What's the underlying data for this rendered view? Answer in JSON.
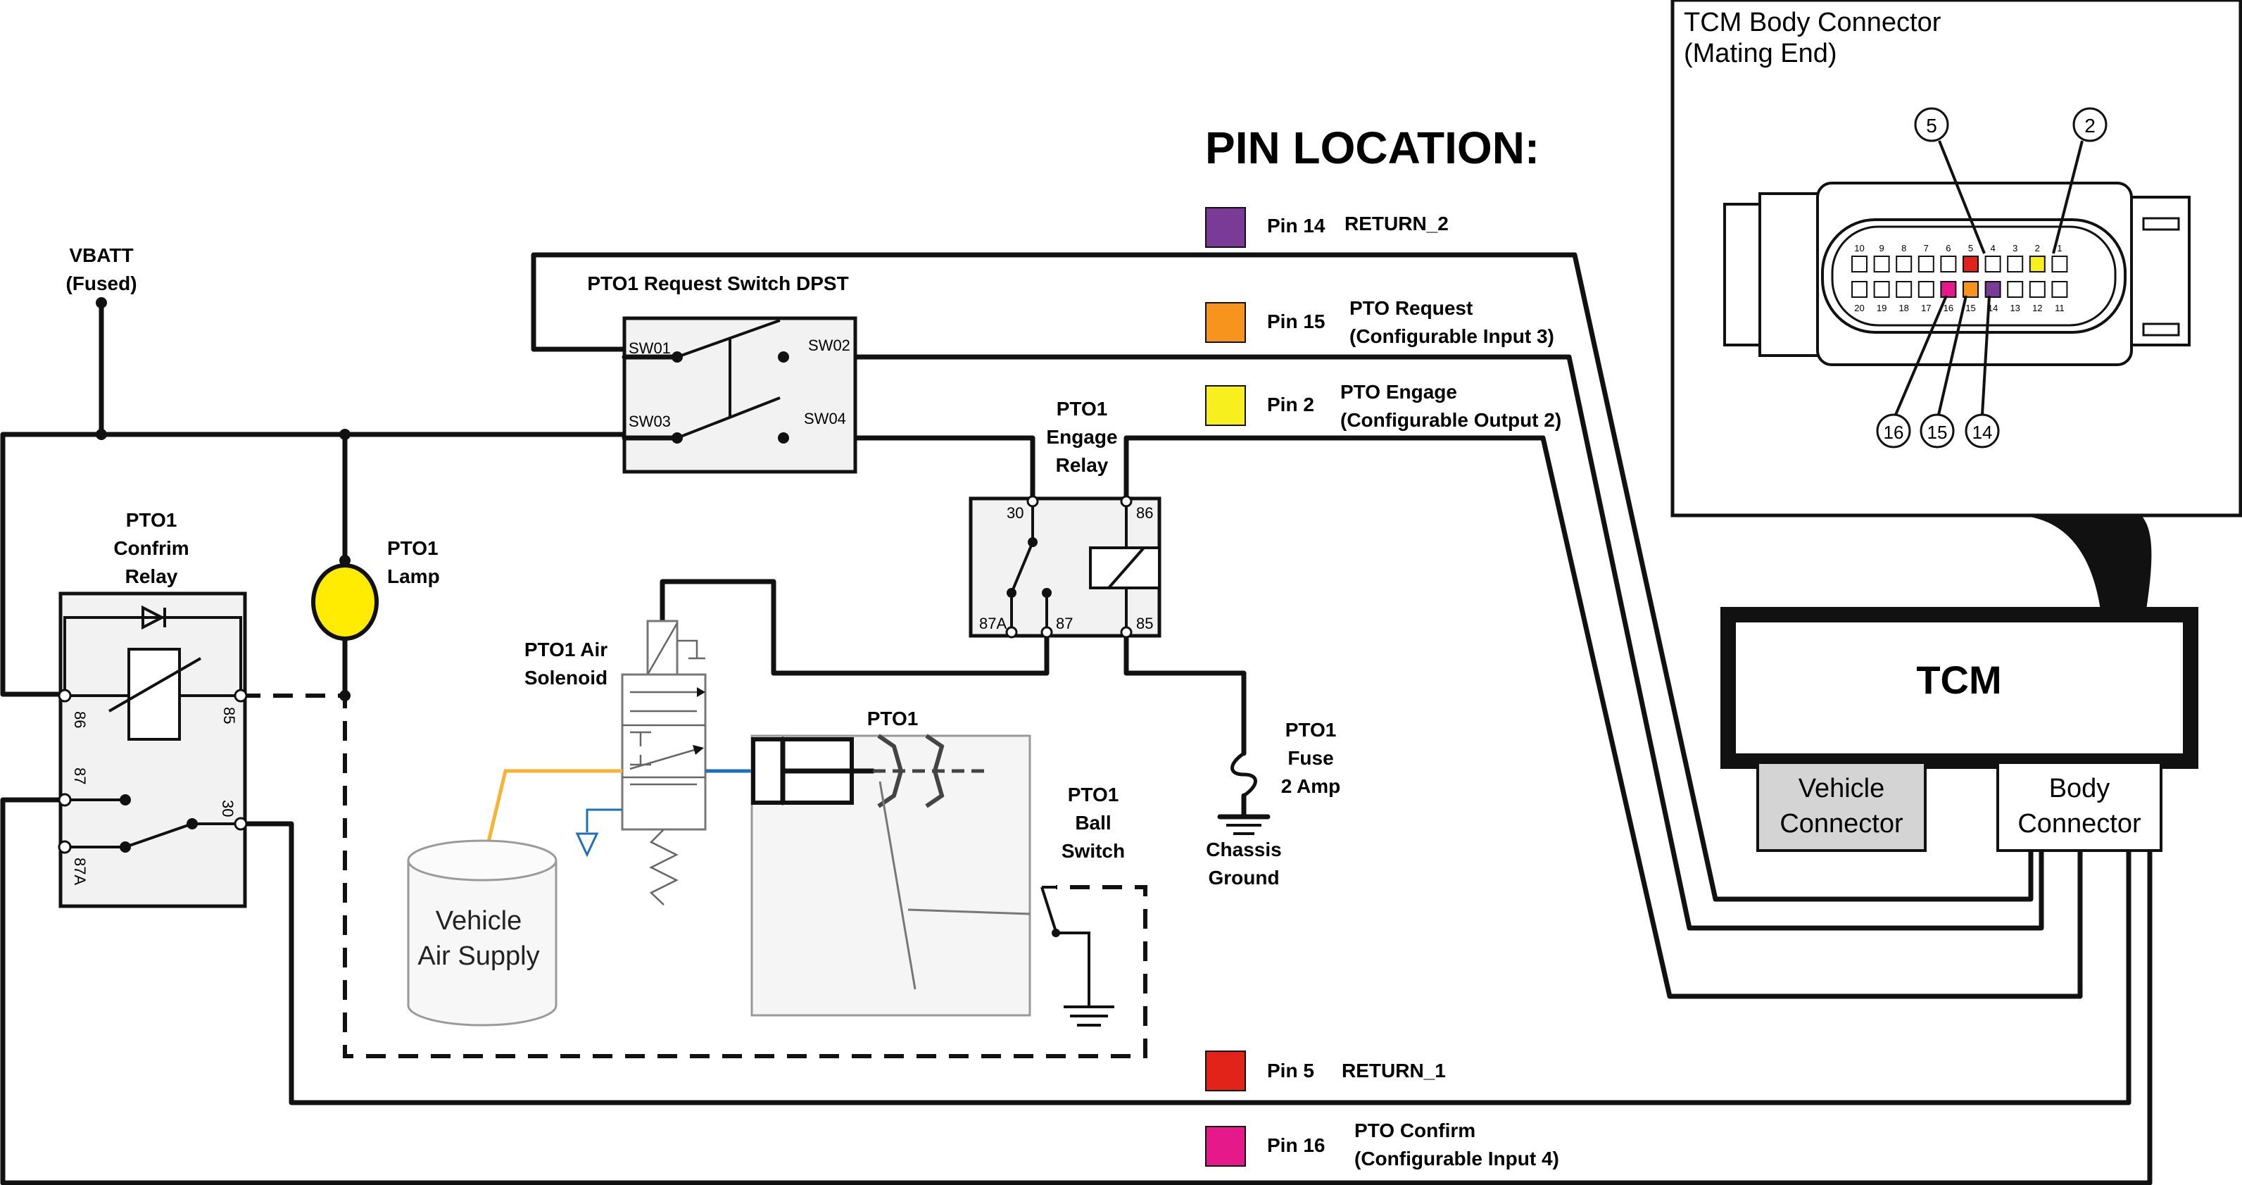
{
  "labels": {
    "vbatt": "VBATT",
    "vbatt_sub": "(Fused)",
    "request_switch": "PTO1 Request Switch DPST",
    "sw01": "SW01",
    "sw02": "SW02",
    "sw03": "SW03",
    "sw04": "SW04",
    "engage_relay_1": "PTO1",
    "engage_relay_2": "Engage",
    "engage_relay_3": "Relay",
    "er_30": "30",
    "er_86": "86",
    "er_87a": "87A",
    "er_87": "87",
    "er_85": "85",
    "confirm_relay_1": "PTO1",
    "confirm_relay_2": "Confrim",
    "confirm_relay_3": "Relay",
    "cr_86": "86",
    "cr_85": "85",
    "cr_87": "87",
    "cr_30": "30",
    "cr_87a": "87A",
    "lamp_1": "PTO1",
    "lamp_2": "Lamp",
    "air_solenoid_1": "PTO1 Air",
    "air_solenoid_2": "Solenoid",
    "pto_unit": "PTO1",
    "ball_switch_1": "PTO1",
    "ball_switch_2": "Ball",
    "ball_switch_3": "Switch",
    "fuse_1": "PTO1",
    "fuse_2": "Fuse",
    "fuse_3": "2 Amp",
    "chassis_1": "Chassis",
    "chassis_2": "Ground",
    "air_supply_1": "Vehicle",
    "air_supply_2": "Air Supply",
    "tcm": "TCM",
    "vehicle_connector_1": "Vehicle",
    "vehicle_connector_2": "Connector",
    "body_connector_1": "Body",
    "body_connector_2": "Connector",
    "tcm_connector_title_1": "TCM Body Connector",
    "tcm_connector_title_2": "(Mating End)"
  },
  "pin_location": {
    "title": "PIN LOCATION:",
    "pins": [
      {
        "pin": "Pin 14",
        "desc": "RETURN_2",
        "desc2": "",
        "color": "#7a3b96"
      },
      {
        "pin": "Pin 15",
        "desc": "PTO Request",
        "desc2": "(Configurable Input 3)",
        "color": "#f7941d"
      },
      {
        "pin": "Pin 2",
        "desc": "PTO Engage",
        "desc2": "(Configurable Output 2)",
        "color": "#f8ef1f"
      },
      {
        "pin": "Pin 5",
        "desc": "RETURN_1",
        "desc2": "",
        "color": "#e2231a"
      },
      {
        "pin": "Pin 16",
        "desc": "PTO Confirm",
        "desc2": "(Configurable Input 4)",
        "color": "#e6198a"
      }
    ]
  },
  "connector_pins": {
    "top_row": [
      "10",
      "9",
      "8",
      "7",
      "6",
      "5",
      "4",
      "3",
      "2",
      "1"
    ],
    "bottom_row": [
      "20",
      "19",
      "18",
      "17",
      "16",
      "15",
      "14",
      "13",
      "12",
      "11"
    ],
    "callouts": [
      "5",
      "2",
      "16",
      "15",
      "14"
    ],
    "highlight_colors": {
      "5": "#e2231a",
      "2": "#f8ef1f",
      "16": "#e6198a",
      "15": "#f7941d",
      "14": "#7a3b96"
    }
  },
  "colors": {
    "wire": "#111111",
    "lamp": "#ffec00",
    "air_line": "#f9b233",
    "control_line": "#1f6fb5",
    "vehicle_connector_fill": "#d4d4d4"
  }
}
